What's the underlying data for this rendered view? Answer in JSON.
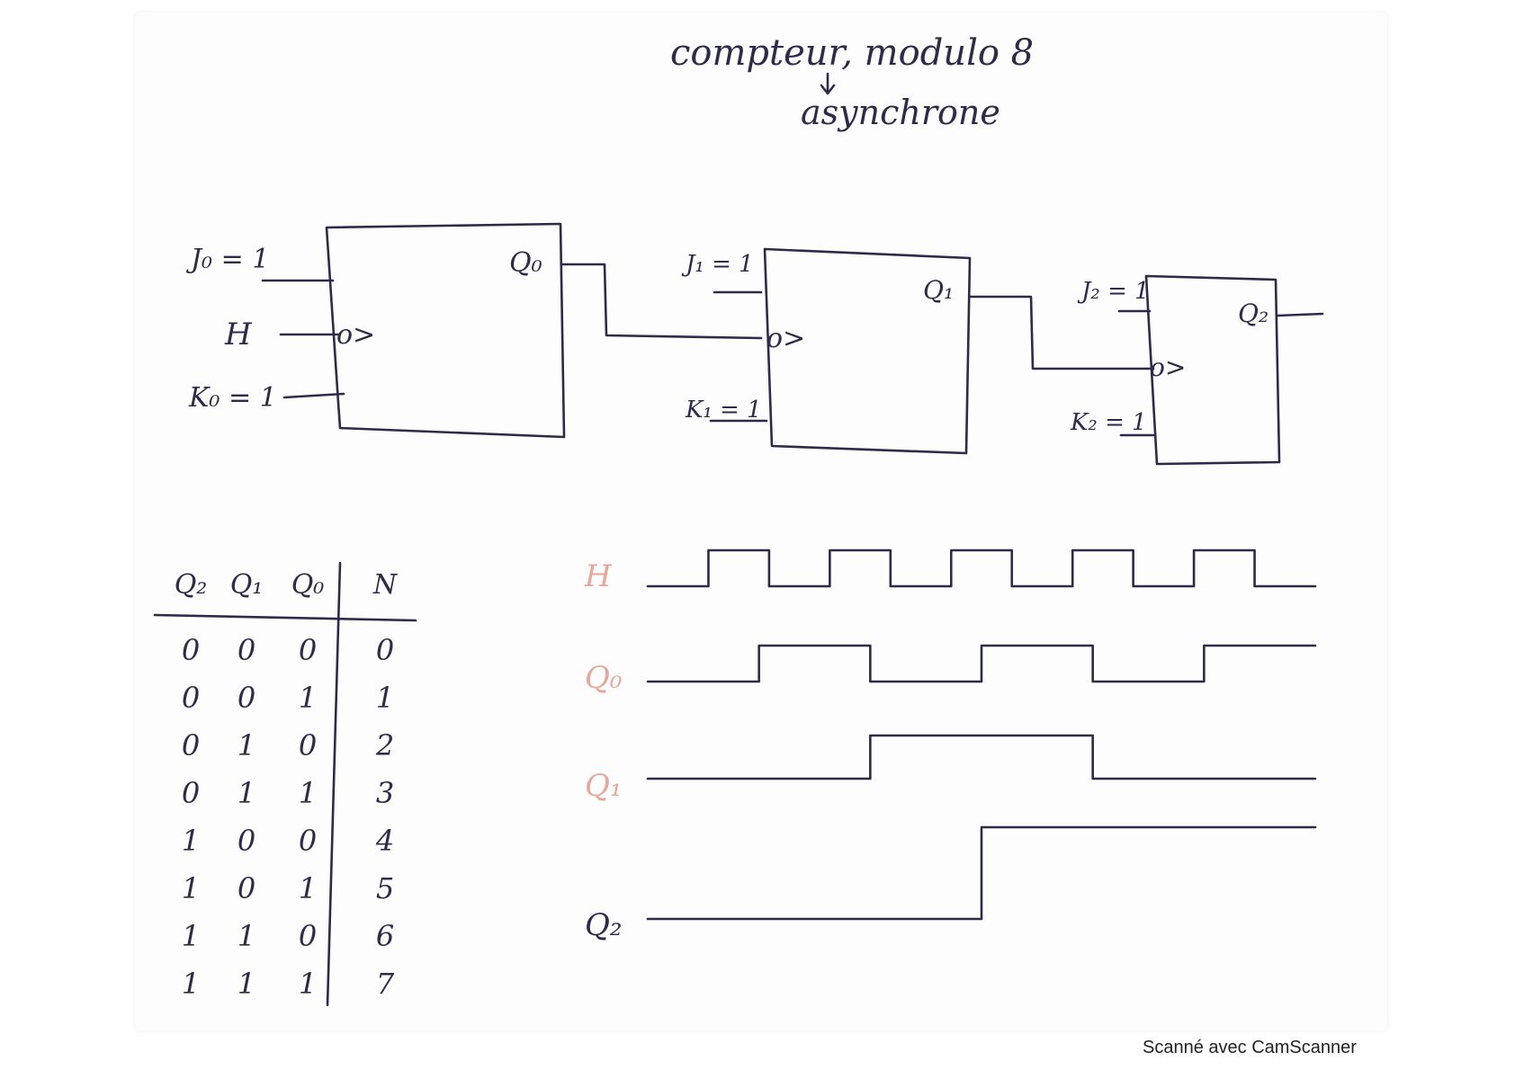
{
  "title": {
    "line1": "compteur, modulo 8",
    "line2": "asynchrone"
  },
  "flipflops": [
    {
      "j": "J₀ = 1",
      "clock": "H",
      "k": "K₀ = 1",
      "q": "Q₀"
    },
    {
      "j": "J₁ = 1",
      "k": "K₁ = 1",
      "q": "Q₁"
    },
    {
      "j": "J₂ = 1",
      "k": "K₂ = 1",
      "q": "Q₂"
    }
  ],
  "clock_symbol": "o>",
  "truth_table": {
    "headers": [
      "Q₂",
      "Q₁",
      "Q₀",
      "N"
    ],
    "rows": [
      [
        "0",
        "0",
        "0",
        "0"
      ],
      [
        "0",
        "0",
        "1",
        "1"
      ],
      [
        "0",
        "1",
        "0",
        "2"
      ],
      [
        "0",
        "1",
        "1",
        "3"
      ],
      [
        "1",
        "0",
        "0",
        "4"
      ],
      [
        "1",
        "0",
        "1",
        "5"
      ],
      [
        "1",
        "1",
        "0",
        "6"
      ],
      [
        "1",
        "1",
        "1",
        "7"
      ]
    ]
  },
  "timing": {
    "labels": [
      "H",
      "Q₀",
      "Q₁",
      "Q₂"
    ],
    "H_levels": [
      0,
      1,
      0,
      1,
      0,
      1,
      0,
      1,
      0,
      1,
      0
    ],
    "Q0_levels": [
      0,
      1,
      0,
      1,
      0,
      1
    ],
    "Q1_levels": [
      0,
      1,
      0
    ],
    "Q2_levels": [
      0,
      1
    ]
  },
  "footer": "Scanné avec CamScanner"
}
